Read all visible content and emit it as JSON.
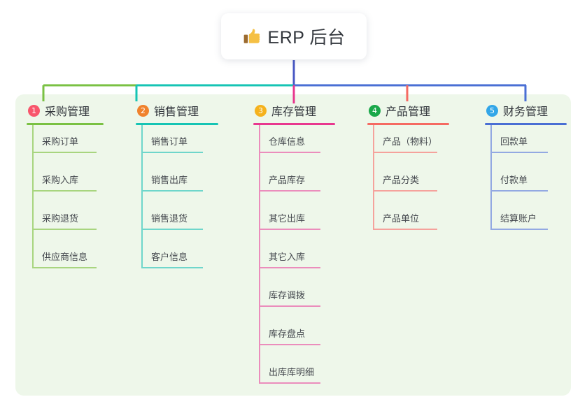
{
  "root": {
    "icon": "thumbs-up-icon",
    "title": "ERP 后台"
  },
  "palette": {
    "panel_bg": "#eef7ea",
    "page_bg": "#ffffff",
    "trunk": "#4a59c4",
    "text_dark": "#33373d",
    "text_item": "#45494f"
  },
  "columns": [
    {
      "number": "1",
      "label": "采购管理",
      "badge_color": "#f8566c",
      "line_color": "#7ac143",
      "line_color_soft": "#a8d57f",
      "items": [
        "采购订单",
        "采购入库",
        "采购退货",
        "供应商信息"
      ]
    },
    {
      "number": "2",
      "label": "销售管理",
      "badge_color": "#f0822d",
      "line_color": "#16c4b4",
      "line_color_soft": "#6fd6cb",
      "items": [
        "销售订单",
        "销售出库",
        "销售退货",
        "客户信息"
      ]
    },
    {
      "number": "3",
      "label": "库存管理",
      "badge_color": "#f5b21d",
      "line_color": "#e8388f",
      "line_color_soft": "#eb8dbc",
      "items": [
        "仓库信息",
        "产品库存",
        "其它出库",
        "其它入库",
        "库存调拨",
        "库存盘点",
        "出库库明细"
      ]
    },
    {
      "number": "4",
      "label": "产品管理",
      "badge_color": "#1aa84a",
      "line_color": "#f56a62",
      "line_color_soft": "#f5a29c",
      "items": [
        "产品（物料）",
        "产品分类",
        "产品单位"
      ]
    },
    {
      "number": "5",
      "label": "财务管理",
      "badge_color": "#32a6e8",
      "line_color": "#4a6fd4",
      "line_color_soft": "#93a9e2",
      "items": [
        "回款单",
        "付款单",
        "结算账户"
      ]
    }
  ],
  "layout": {
    "column_x": [
      38,
      194,
      362,
      525,
      693
    ],
    "head_rule_width": [
      110,
      118,
      117,
      117,
      117
    ],
    "item_rule_width": [
      92,
      88,
      88,
      92,
      82
    ]
  }
}
